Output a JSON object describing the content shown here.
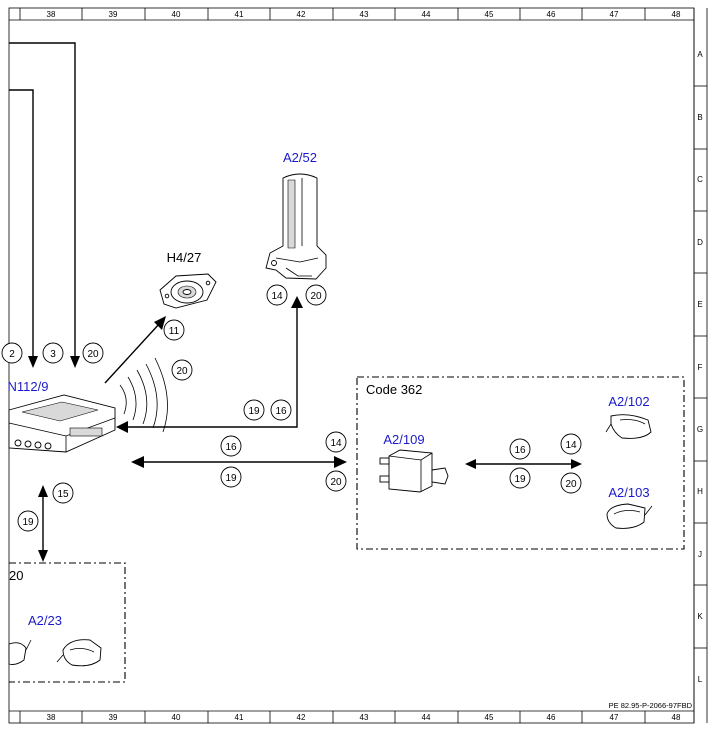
{
  "ruler": {
    "top": [
      "38",
      "39",
      "40",
      "41",
      "42",
      "43",
      "44",
      "45",
      "46",
      "47",
      "48"
    ],
    "bottom": [
      "38",
      "39",
      "40",
      "41",
      "42",
      "43",
      "44",
      "45",
      "46",
      "47",
      "48"
    ],
    "right": [
      "A",
      "B",
      "C",
      "D",
      "E",
      "F",
      "G",
      "H",
      "J",
      "K",
      "L"
    ]
  },
  "components": {
    "a2_52": "A2/52",
    "h4_27": "H4/27",
    "n112_9": "N112/9",
    "a2_109": "A2/109",
    "a2_102": "A2/102",
    "a2_103": "A2/103",
    "a2_23": "A2/23"
  },
  "blocks": {
    "code_362": "Code 362",
    "left_block_label": "20"
  },
  "circles": {
    "a2_52_left": "14",
    "a2_52_right": "20",
    "h4_27": "11",
    "wave": "20",
    "n112_left": "2",
    "n112_mid": "3",
    "n112_right": "20",
    "conn_19": "19",
    "conn_16": "16",
    "mid_top_16": "16",
    "mid_bot_19": "19",
    "mid_end_14": "14",
    "mid_end_20": "20",
    "code_16": "16",
    "code_19": "19",
    "code_14": "14",
    "code_20": "20",
    "down_19": "19",
    "down_15": "15"
  },
  "footer": {
    "doc_code": "PE 82.95-P-2066-97FBD"
  }
}
